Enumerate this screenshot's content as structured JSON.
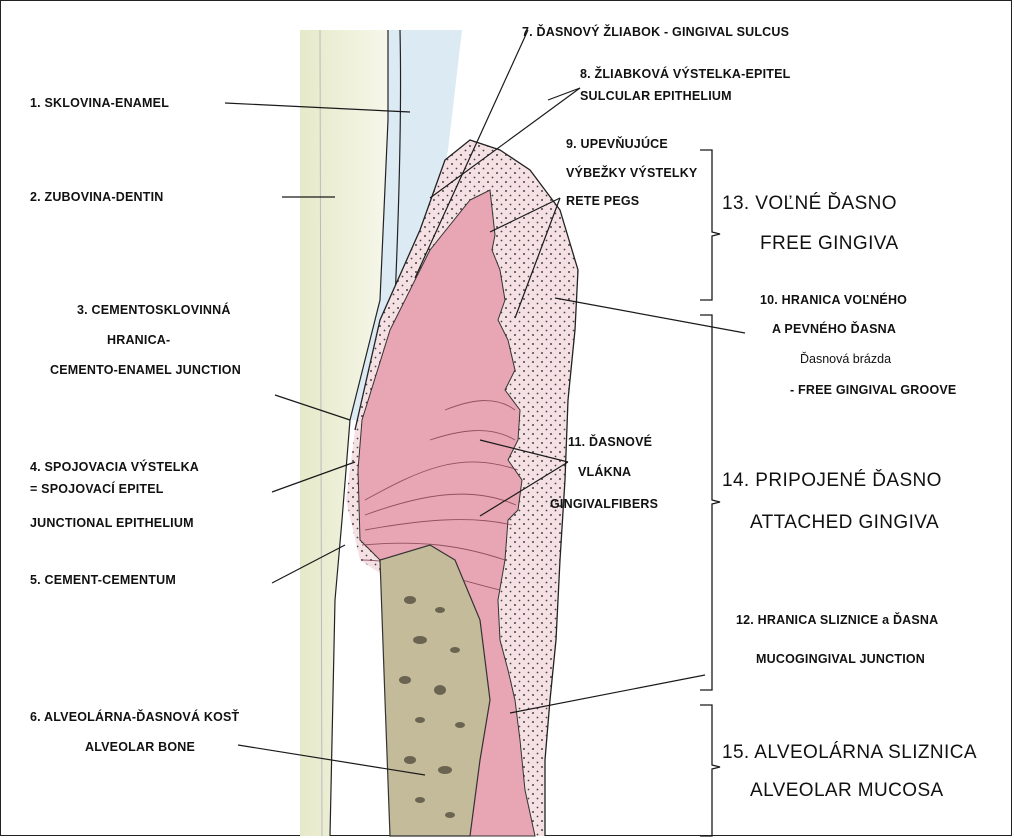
{
  "labels": {
    "l1": "1. SKLOVINA-ENAMEL",
    "l2": "2. ZUBOVINA-DENTIN",
    "l3a": "3. CEMENTOSKLOVINNÁ",
    "l3b": "HRANICA-",
    "l3c": "CEMENTO-ENAMEL JUNCTION",
    "l4a": "4. SPOJOVACIA VÝSTELKA",
    "l4b": "= SPOJOVACÍ EPITEL",
    "l4c": "JUNCTIONAL EPITHELIUM",
    "l5": "5. CEMENT-CEMENTUM",
    "l6a": "6. ALVEOLÁRNA-ĎASNOVÁ KOSŤ",
    "l6b": "ALVEOLAR BONE",
    "l7": "7. ĎASNOVÝ ŽLIABOK - GINGIVAL SULCUS",
    "l8a": "8. ŽLIABKOVÁ VÝSTELKA-EPITEL",
    "l8b": "SULCULAR EPITHELIUM",
    "l9a": "9. UPEVŇUJÚCE",
    "l9b": "VÝBEŽKY VÝSTELKY",
    "l9c": "RETE PEGS",
    "l10a": "10. HRANICA VOĽNÉHO",
    "l10b": "A PEVNÉHO ĎASNA",
    "l10c": "Ďasnová brázda",
    "l10d": "- FREE GINGIVAL GROOVE",
    "l11a": "11. ĎASNOVÉ",
    "l11b": "VLÁKNA",
    "l11c": "GINGIVALFIBERS",
    "l12a": "12.  HRANICA SLIZNICE a ĎASNA",
    "l12b": "MUCOGINGIVAL  JUNCTION",
    "l13a": "13. VOĽNÉ ĎASNO",
    "l13b": "FREE GINGIVA",
    "l14a": "14. PRIPOJENÉ ĎASNO",
    "l14b": "ATTACHED GINGIVA",
    "l15a": "15. ALVEOLÁRNA SLIZNICA",
    "l15b": "ALVEOLAR MUCOSA"
  },
  "colors": {
    "dentin": "#edefd5",
    "enamel": "#dcebf3",
    "gingiva": "#e8a5b3",
    "epithelium": "#f6e4e6",
    "bone": "#c4bb9a",
    "line": "#1a1a1a"
  }
}
